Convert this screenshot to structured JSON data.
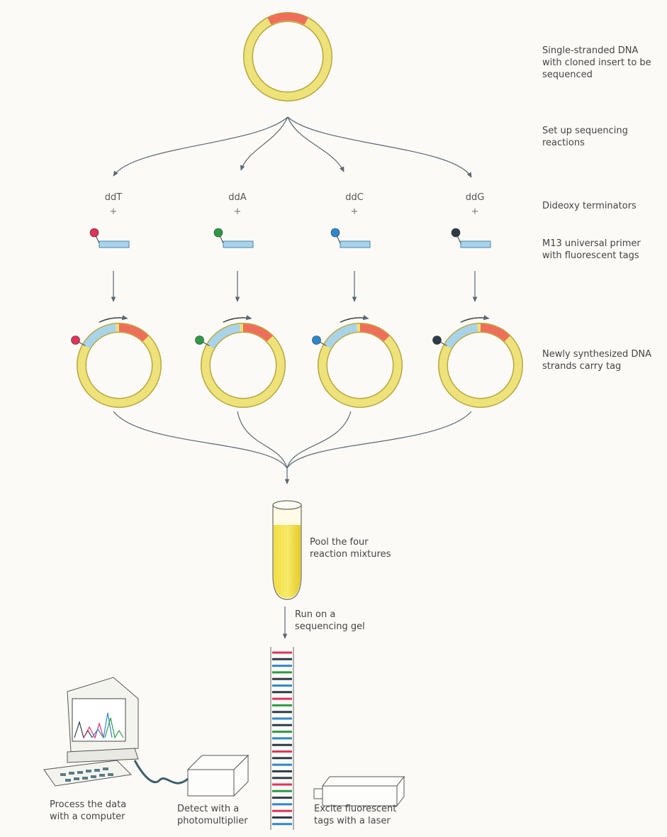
{
  "colors": {
    "ring": "#eee27a",
    "ring_stroke": "#b8a63e",
    "insert": "#ee6e5a",
    "primer": "#a9d3ea",
    "primer_stroke": "#4a86a8",
    "arrow": "#5a6870",
    "tag_ddT": "#e0345a",
    "tag_ddA": "#2c9a45",
    "tag_ddC": "#2f86cc",
    "tag_ddG": "#2e3c48"
  },
  "steps": {
    "single_strand": [
      "Single-stranded DNA",
      "with  cloned insert to be",
      "sequenced"
    ],
    "setup": [
      "Set up sequencing",
      "reactions"
    ],
    "terminators": [
      "Dideoxy terminators"
    ],
    "primer": [
      "M13 universal primer",
      "with fluorescent tags"
    ],
    "synthesized": [
      "Newly synthesized DNA",
      "strands carry tag"
    ],
    "pool": [
      "Pool the four",
      "reaction mixtures"
    ],
    "run_gel": [
      "Run on a",
      "sequencing gel"
    ],
    "process": [
      "Process the data",
      "with a computer"
    ],
    "detect": [
      "Detect with a",
      "photomultiplier"
    ],
    "excite": [
      "Excite fluorescent",
      "tags with a laser"
    ]
  },
  "terminators": [
    {
      "name": "ddT",
      "plus": "+",
      "tag_color": "#e0345a"
    },
    {
      "name": "ddA",
      "plus": "+",
      "tag_color": "#2c9a45"
    },
    {
      "name": "ddC",
      "plus": "+",
      "tag_color": "#2f86cc"
    },
    {
      "name": "ddG",
      "plus": "+",
      "tag_color": "#2e3c48"
    }
  ],
  "gel_bands": [
    "#e0345a",
    "#2e3c48",
    "#2f86cc",
    "#2c9a45",
    "#2e3c48",
    "#2f86cc",
    "#2e3c48",
    "#e0345a",
    "#2c9a45",
    "#2e3c48",
    "#2f86cc",
    "#2e3c48",
    "#2c9a45",
    "#2f86cc",
    "#2e3c48",
    "#e0345a",
    "#2e3c48",
    "#2f86cc",
    "#2e3c48",
    "#2e3c48",
    "#e0345a",
    "#2c9a45",
    "#2e3c48",
    "#2f86cc",
    "#e0345a",
    "#2e3c48",
    "#2f86cc"
  ],
  "screen_trace_colors": [
    "#2e3c48",
    "#e0345a",
    "#2f86cc",
    "#2c9a45"
  ]
}
